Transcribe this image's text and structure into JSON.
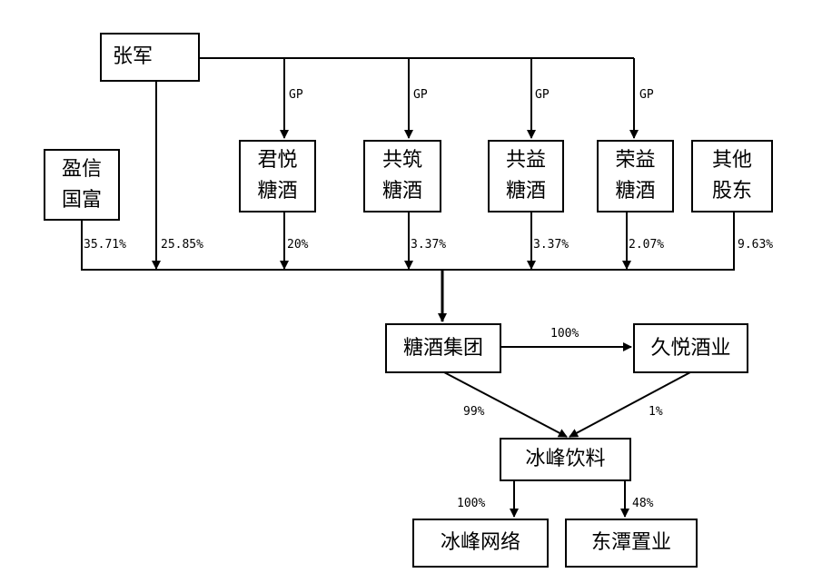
{
  "nodes": {
    "zhangjun": "张军",
    "yingxin": "盈信\n国富",
    "junyue": "君悦\n糖酒",
    "gongzhu": "共筑\n糖酒",
    "gongyi": "共益\n糖酒",
    "rongyi": "荣益\n糖酒",
    "qita": "其他\n股东",
    "tangjiu_group": "糖酒集团",
    "jiuyue": "久悦酒业",
    "bingfeng_drink": "冰峰饮料",
    "bingfeng_net": "冰峰网络",
    "dongtan": "东潭置业"
  },
  "edge_labels": {
    "gp_junyue": "GP",
    "gp_gongzhu": "GP",
    "gp_gongyi": "GP",
    "gp_rongyi": "GP",
    "pct_yingxin": "35.71%",
    "pct_zhangjun": "25.85%",
    "pct_junyue": "20%",
    "pct_gongzhu": "3.37%",
    "pct_gongyi": "3.37%",
    "pct_rongyi": "2.07%",
    "pct_qita": "9.63%",
    "pct_group_jiuyue": "100%",
    "pct_group_bingfeng": "99%",
    "pct_jiuyue_bingfeng": "1%",
    "pct_bingfeng_net": "100%",
    "pct_bingfeng_dongtan": "48%"
  }
}
